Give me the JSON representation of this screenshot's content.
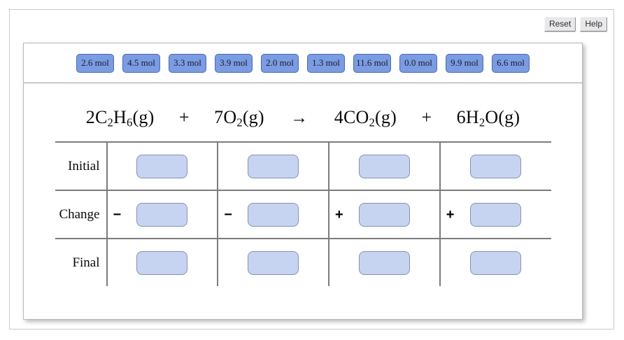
{
  "toolbar": {
    "reset_label": "Reset",
    "help_label": "Help"
  },
  "tokens": [
    {
      "label": "2.6 mol"
    },
    {
      "label": "4.5 mol"
    },
    {
      "label": "3.3 mol"
    },
    {
      "label": "3.9 mol"
    },
    {
      "label": "2.0 mol"
    },
    {
      "label": "1.3 mol"
    },
    {
      "label": "11.6 mol"
    },
    {
      "label": "0.0 mol"
    },
    {
      "label": "9.9 mol"
    },
    {
      "label": "6.6 mol"
    }
  ],
  "equation": {
    "reactant1_coeff": "2",
    "reactant1_formula": "C",
    "reactant1_sub1": "2",
    "reactant1_el2": "H",
    "reactant1_sub2": "6",
    "reactant1_state": "(g)",
    "plus1": "+",
    "reactant2_coeff": "7",
    "reactant2_formula": "O",
    "reactant2_sub1": "2",
    "reactant2_state": "(g)",
    "arrow": "→",
    "product1_coeff": "4",
    "product1_formula": "CO",
    "product1_sub1": "2",
    "product1_state": "(g)",
    "plus2": "+",
    "product2_coeff": "6",
    "product2_formula": "H",
    "product2_sub1": "2",
    "product2_el2": "O",
    "product2_state": "(g)"
  },
  "ice_table": {
    "rows": [
      {
        "label": "Initial",
        "signs": [
          "",
          "",
          "",
          ""
        ],
        "values": [
          "",
          "",
          "",
          ""
        ]
      },
      {
        "label": "Change",
        "signs": [
          "−",
          "−",
          "+",
          "+"
        ],
        "values": [
          "",
          "",
          "",
          ""
        ]
      },
      {
        "label": "Final",
        "signs": [
          "",
          "",
          "",
          ""
        ],
        "values": [
          "",
          "",
          "",
          ""
        ]
      }
    ]
  },
  "colors": {
    "token_fill": "#7b9be2",
    "token_border": "#4a6cb5",
    "dropzone_fill": "#c6d4f2",
    "dropzone_border": "#8b90b2",
    "rule": "#7c7c7c"
  }
}
